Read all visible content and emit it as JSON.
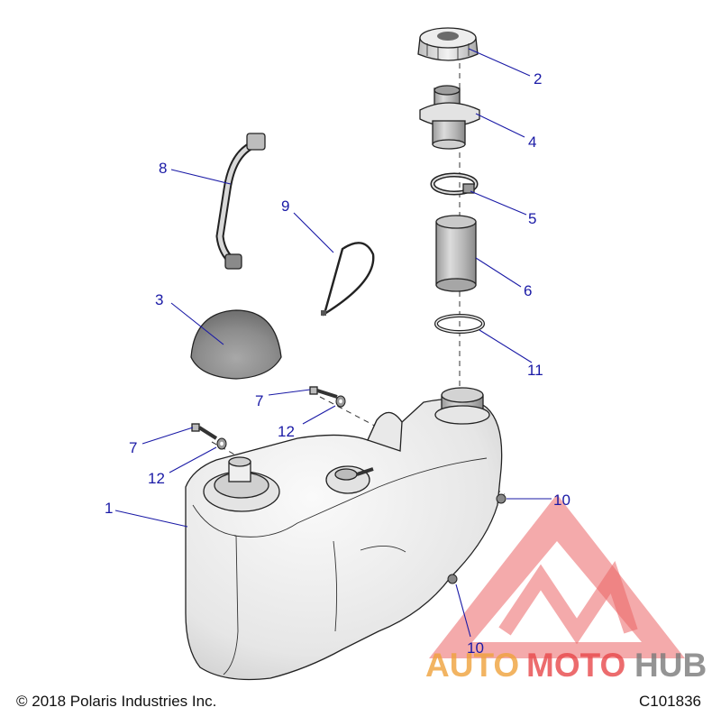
{
  "callouts": {
    "c1": "1",
    "c2": "2",
    "c3": "3",
    "c4": "4",
    "c5": "5",
    "c6": "6",
    "c7a": "7",
    "c7b": "7",
    "c8": "8",
    "c9": "9",
    "c10a": "10",
    "c10b": "10",
    "c11": "11",
    "c12a": "12",
    "c12b": "12"
  },
  "footer": {
    "copyright": "© 2018 Polaris Industries Inc.",
    "drawing_id": "C101836"
  },
  "watermark": {
    "part1": "AUTO",
    "part2": "MOTO",
    "part3": "HUB"
  },
  "colors": {
    "callout": "#1a1aa6",
    "watermark_red": "#e8484a",
    "watermark_orange": "#f0a23c",
    "watermark_grey": "#7a7a7a"
  }
}
